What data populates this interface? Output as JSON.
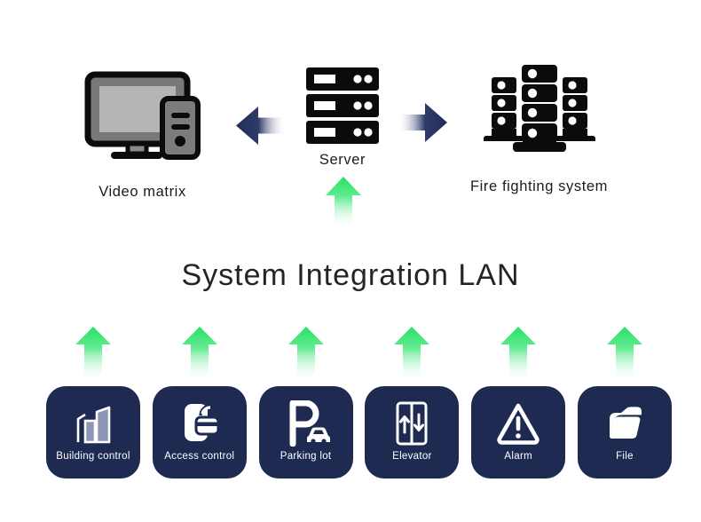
{
  "diagram": {
    "title": "System Integration LAN",
    "top_nodes": [
      {
        "id": "video-matrix",
        "label": "Video matrix",
        "icon": "desktop-computer-icon"
      },
      {
        "id": "server",
        "label": "Server",
        "icon": "server-rack-icon"
      },
      {
        "id": "fire-fighting-system",
        "label": "Fire fighting system",
        "icon": "server-cluster-icon"
      }
    ],
    "connections": [
      {
        "from": "server",
        "to": "video-matrix",
        "icon": "navy-arrow-left-icon"
      },
      {
        "from": "server",
        "to": "fire-fighting-system",
        "icon": "navy-arrow-right-icon"
      },
      {
        "from": "lan",
        "to": "server",
        "icon": "green-arrow-up-icon"
      }
    ],
    "modules": [
      {
        "label": "Building control",
        "icon": "building-icon"
      },
      {
        "label": "Access control",
        "icon": "access-card-icon"
      },
      {
        "label": "Parking lot",
        "icon": "parking-icon"
      },
      {
        "label": "Elevator",
        "icon": "elevator-icon"
      },
      {
        "label": "Alarm",
        "icon": "alarm-warning-icon"
      },
      {
        "label": "File",
        "icon": "folder-icon"
      }
    ],
    "colors": {
      "background": "#ffffff",
      "module_box_navy": "#1e2a52",
      "arrow_navy": "#27325e",
      "arrow_green": "#2be366",
      "title_text": "#242424",
      "node_label_text": "#1b1b1b",
      "module_label_text": "#ffffff",
      "icon_black": "#0b0b0b"
    }
  }
}
